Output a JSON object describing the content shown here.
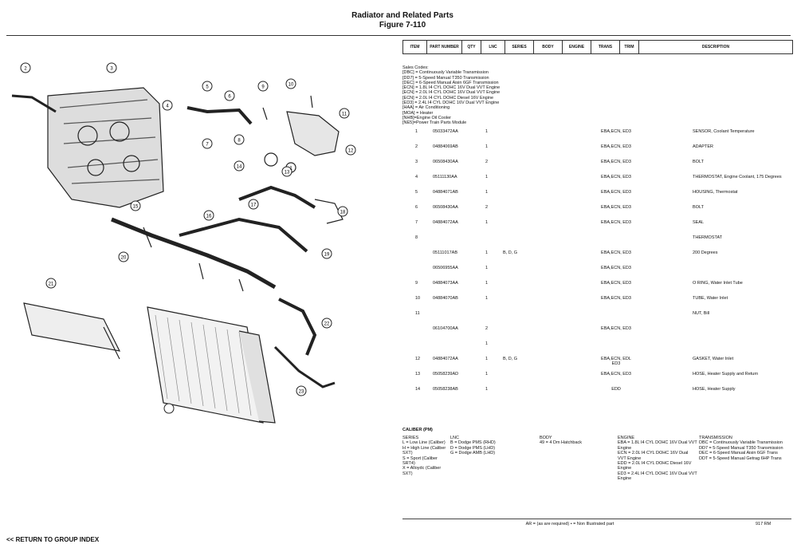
{
  "header": {
    "title": "Radiator and Related Parts",
    "figure": "Figure 7-110"
  },
  "table_columns": [
    "ITEM",
    "PART NUMBER",
    "QTY",
    "LNC",
    "SERIES",
    "BODY",
    "ENGINE",
    "TRANS",
    "TRIM",
    "DESCRIPTION"
  ],
  "sales_codes": [
    "Sales Codes:",
    "[DBC] = Continuously Variable Transmission",
    "[DD7] = 5-Speed Manual T350 Transmission",
    "[DEC] = 6-Speed Manual Aisin 6GF Transmission",
    "[ECN] = 1.8L I4 CYL DOHC 16V Dual VVT Engine",
    "[ECN] = 2.0L I4 CYL DOHC 16V Dual VVT Engine",
    "[ECN] = 2.0L I4 CYL DOHC Diesel 16V Engine",
    "[ED3] = 2.4L I4 CYL DOHC 16V Dual VVT Engine",
    "[HAA] = Air Conditioning",
    "[MOA] = Heater",
    "[NHB]=Engine Oil Cooler",
    "[NE5]=Power Train Parts Module"
  ],
  "parts": [
    {
      "item": "1",
      "pn": "05033472AA",
      "qty": "1",
      "lnc": "",
      "eng": "EBA,ECN, ED3",
      "desc": "SENSOR, Coolant Temperature"
    },
    {
      "item": "2",
      "pn": "04884069AB",
      "qty": "1",
      "lnc": "",
      "eng": "EBA,ECN, ED3",
      "desc": "ADAPTER"
    },
    {
      "item": "3",
      "pn": "06508430AA",
      "qty": "2",
      "lnc": "",
      "eng": "EBA,ECN, ED3",
      "desc": "BOLT"
    },
    {
      "item": "4",
      "pn": "05111130AA",
      "qty": "1",
      "lnc": "",
      "eng": "EBA,ECN, ED3",
      "desc": "THERMOSTAT, Engine Coolant, 175 Degrees"
    },
    {
      "item": "5",
      "pn": "04884071AB",
      "qty": "1",
      "lnc": "",
      "eng": "EBA,ECN, ED3",
      "desc": "HOUSING, Thermostat"
    },
    {
      "item": "6",
      "pn": "06508430AA",
      "qty": "2",
      "lnc": "",
      "eng": "EBA,ECN, ED3",
      "desc": "BOLT"
    },
    {
      "item": "7",
      "pn": "04884072AA",
      "qty": "1",
      "lnc": "",
      "eng": "EBA,ECN, ED3",
      "desc": "SEAL"
    },
    {
      "item": "8",
      "pn": "",
      "qty": "",
      "lnc": "",
      "eng": "",
      "desc": "THERMOSTAT"
    },
    {
      "item": "",
      "pn": "05111017AB",
      "qty": "1",
      "lnc": "B, D, G",
      "eng": "EBA,ECN, ED3",
      "desc": "200 Degrees"
    },
    {
      "item": "",
      "pn": "06506955AA",
      "qty": "1",
      "lnc": "",
      "eng": "EBA,ECN, ED3",
      "desc": ""
    },
    {
      "item": "9",
      "pn": "04884073AA",
      "qty": "1",
      "lnc": "",
      "eng": "EBA,ECN, ED3",
      "desc": "O RING, Water Inlet Tube"
    },
    {
      "item": "10",
      "pn": "04884070AB",
      "qty": "1",
      "lnc": "",
      "eng": "EBA,ECN, ED3",
      "desc": "TUBE, Water Inlet"
    },
    {
      "item": "11",
      "pn": "",
      "qty": "",
      "lnc": "",
      "eng": "",
      "desc": "NUT, Bill"
    },
    {
      "item": "",
      "pn": "06104700AA",
      "qty": "2",
      "lnc": "",
      "eng": "EBA,ECN, ED3",
      "desc": ""
    },
    {
      "item": "",
      "pn": "",
      "qty": "1",
      "lnc": "",
      "eng": "",
      "desc": ""
    },
    {
      "item": "12",
      "pn": "04884072AA",
      "qty": "1",
      "lnc": "B, D, G",
      "eng": "EBA,ECN, EDL ED3",
      "desc": "GASKET, Water Inlet"
    },
    {
      "item": "13",
      "pn": "05058239AD",
      "qty": "1",
      "lnc": "",
      "eng": "EBA,ECN, ED3",
      "desc": "HOSE, Heater Supply and Return"
    },
    {
      "item": "14",
      "pn": "05058238AB",
      "qty": "1",
      "lnc": "",
      "eng": "EDD",
      "desc": "HOSE, Heater Supply"
    }
  ],
  "caliber": {
    "title": "CALIBER (PM)",
    "series": [
      "SERIES",
      "L = Low Line (Caliber)",
      "H = High Line (Caliber SXT)",
      "S = Sport (Caliber SRT4)",
      "X = Alloydc (Caliber SXT)"
    ],
    "lnc": [
      "LNC",
      "B = Dodge PMS (RHD)",
      "D = Dodge PMS (LHD)",
      "G = Dodge AMB (LHD)"
    ],
    "body": [
      "BODY",
      "49 = 4 Dm Hatchback"
    ],
    "engine": [
      "ENGINE",
      "EBA = 1.8L I4 CYL DOHC 16V Dual VVT Engine",
      "ECN = 2.0L I4 CYL DOHC 16V Dual VVT Engine",
      "EDD = 2.0L I4 CYL DOHC Diesel 16V Engine",
      "ED3 = 2.4L I4 CYL DOHC 16V Dual VVT Engine"
    ],
    "trans": [
      "TRANSMISSION",
      "DBC = Continuously Variable Transmission",
      "DD7 = 5-Speed Manual T350 Transmission",
      "DEC = 6-Speed Manual Aisin 6GF Trans",
      "DDT = 5-Speed Manual Getrag 6HP Trans"
    ]
  },
  "footnote": "AR = (as are required)   • = Non Illustrated part",
  "page_number": "917  RM",
  "return_link": "<< RETURN TO GROUP INDEX",
  "callouts": [
    "1",
    "2",
    "3",
    "4",
    "5",
    "6",
    "7",
    "8",
    "9",
    "10",
    "11",
    "12",
    "13",
    "14",
    "15",
    "16",
    "17",
    "18",
    "19",
    "20",
    "21",
    "22",
    "23"
  ]
}
